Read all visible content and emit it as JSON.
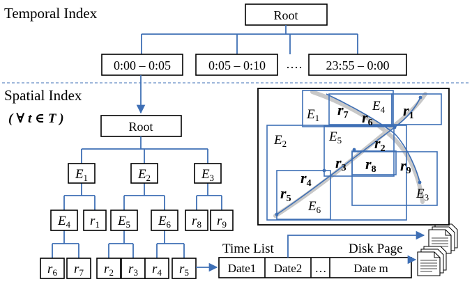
{
  "temporal_index": {
    "title": "Temporal Index",
    "root": "Root",
    "intervals": [
      "0:00 – 0:05",
      "0:05 – 0:10",
      "23:55 – 0:00"
    ],
    "ellipsis": "····"
  },
  "spatial_index": {
    "title": "Spatial Index",
    "quantifier": "( ∀ t ∈ T )",
    "root": "Root"
  },
  "tree": {
    "level1": [
      {
        "base": "E",
        "sub": "1"
      },
      {
        "base": "E",
        "sub": "2"
      },
      {
        "base": "E",
        "sub": "3"
      }
    ],
    "level2": [
      {
        "base": "E",
        "sub": "4"
      },
      {
        "base": "r",
        "sub": "1"
      },
      {
        "base": "E",
        "sub": "5"
      },
      {
        "base": "E",
        "sub": "6"
      },
      {
        "base": "r",
        "sub": "8"
      },
      {
        "base": "r",
        "sub": "9"
      }
    ],
    "level3": [
      {
        "base": "r",
        "sub": "6"
      },
      {
        "base": "r",
        "sub": "7"
      },
      {
        "base": "r",
        "sub": "2"
      },
      {
        "base": "r",
        "sub": "3"
      },
      {
        "base": "r",
        "sub": "4"
      },
      {
        "base": "r",
        "sub": "5"
      }
    ]
  },
  "time_list": {
    "label": "Time List",
    "cells": [
      "Date1",
      "Date2",
      "…",
      "Date m"
    ]
  },
  "disk_page": {
    "label": "Disk Page"
  },
  "spatial_map": {
    "rect_labels": [
      {
        "base": "E",
        "sub": "1"
      },
      {
        "base": "E",
        "sub": "4"
      },
      {
        "base": "E",
        "sub": "2"
      },
      {
        "base": "E",
        "sub": "5"
      },
      {
        "base": "E",
        "sub": "6"
      },
      {
        "base": "E",
        "sub": "3"
      }
    ],
    "road_labels": [
      {
        "base": "r",
        "sub": "7"
      },
      {
        "base": "r",
        "sub": "6"
      },
      {
        "base": "r",
        "sub": "1"
      },
      {
        "base": "r",
        "sub": "2"
      },
      {
        "base": "r",
        "sub": "8"
      },
      {
        "base": "r",
        "sub": "3"
      },
      {
        "base": "r",
        "sub": "9"
      },
      {
        "base": "r",
        "sub": "4"
      },
      {
        "base": "r",
        "sub": "5"
      }
    ]
  },
  "colors": {
    "connector": "#3e6fb5",
    "separator": "#3e6fb5",
    "road": "#c8c8c8"
  }
}
